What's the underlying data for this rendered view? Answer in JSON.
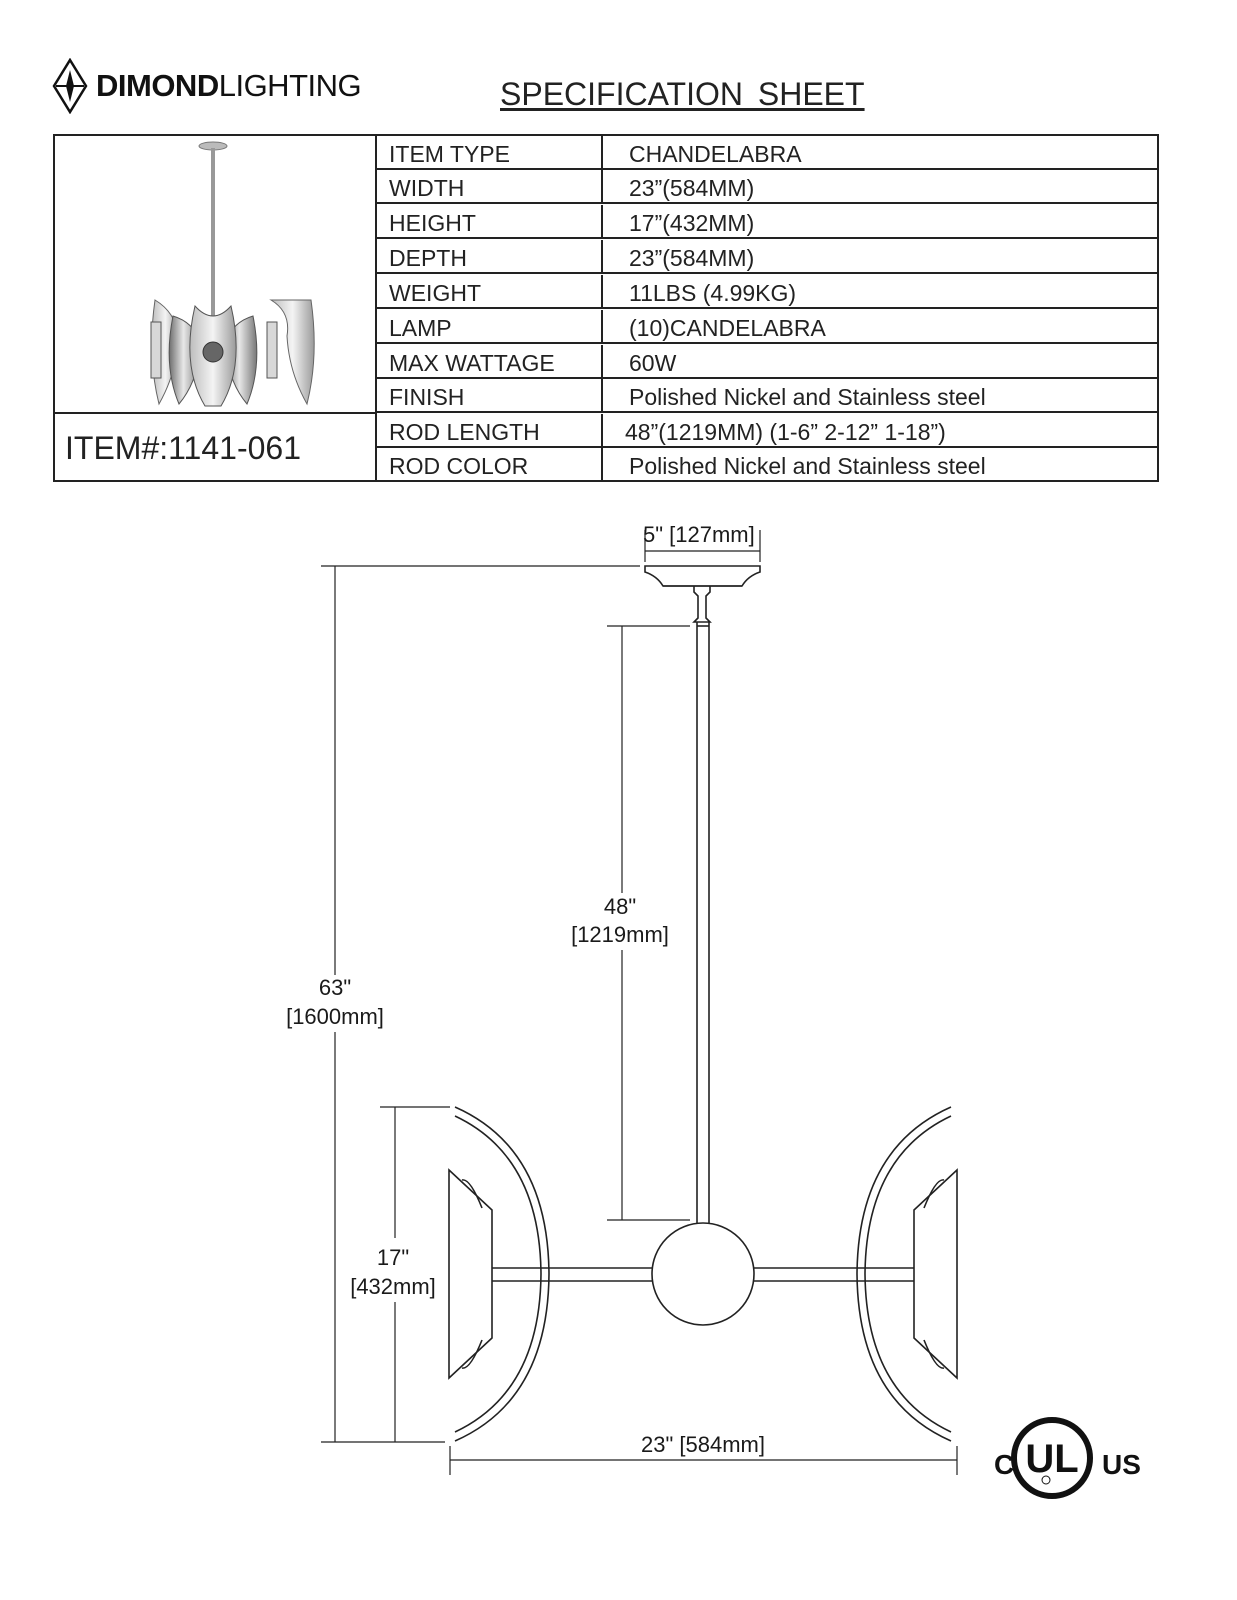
{
  "header": {
    "brand_bold": "DIMOND",
    "brand_light": "LIGHTING",
    "title": "SPECIFICATION  SHEET"
  },
  "item": {
    "number": "ITEM#:1141-061"
  },
  "specs": [
    {
      "label": "ITEM TYPE",
      "value": "CHANDELABRA"
    },
    {
      "label": "WIDTH",
      "value": "23”(584MM)"
    },
    {
      "label": "HEIGHT",
      "value": "17”(432MM)"
    },
    {
      "label": "DEPTH",
      "value": "23”(584MM)"
    },
    {
      "label": "WEIGHT",
      "value": "11LBS (4.99KG)"
    },
    {
      "label": "LAMP",
      "value": "(10)CANDELABRA"
    },
    {
      "label": "MAX WATTAGE",
      "value": "60W"
    },
    {
      "label": "FINISH",
      "value": "Polished Nickel and Stainless steel"
    },
    {
      "label": "ROD LENGTH",
      "value": "48”(1219MM) (1-6”  2-12”  1-18”)"
    },
    {
      "label": "ROD COLOR",
      "value": "Polished Nickel and Stainless steel"
    }
  ],
  "dimensions": {
    "canopy_in": "5\" [127mm]",
    "rod_in": "48\"",
    "rod_mm": "[1219mm]",
    "overall_in": "63\"",
    "overall_mm": "[1600mm]",
    "height_in": "17\"",
    "height_mm": "[432mm]",
    "width": "23\" [584mm]"
  },
  "certification": {
    "prefix": "C",
    "mark": "UL",
    "suffix": "US"
  }
}
